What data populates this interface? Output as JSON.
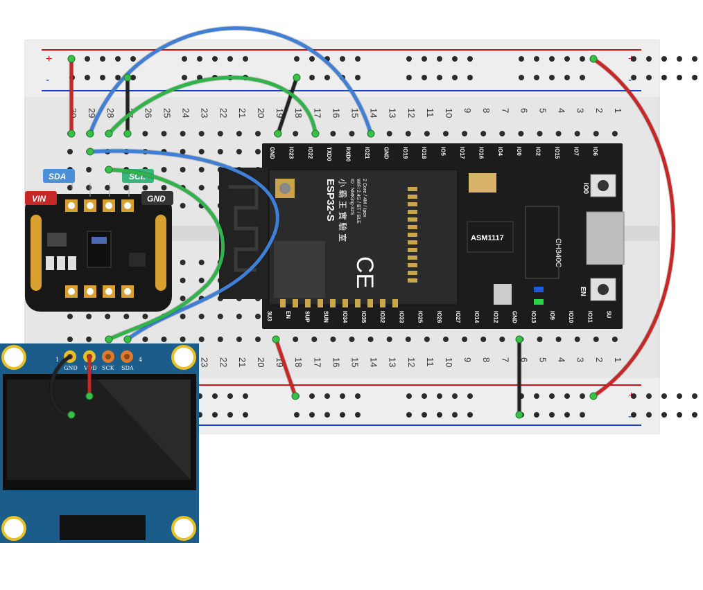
{
  "breadboard": {
    "rail_plus": "+",
    "rail_minus": "-",
    "column_numbers": [
      "30",
      "29",
      "28",
      "27",
      "26",
      "25",
      "24",
      "23",
      "22",
      "21",
      "20",
      "19",
      "18",
      "17",
      "16",
      "15",
      "14",
      "13",
      "12",
      "11",
      "10",
      "9",
      "8",
      "7",
      "6",
      "5",
      "4",
      "3",
      "2",
      "1"
    ]
  },
  "esp32": {
    "module_name": "ESP32-S",
    "module_brand": "小 霸 王 實 驗 室",
    "module_id": "ID : NMKing-32S",
    "module_spec1": "WiFi 2.4G / BT / BLE",
    "module_spec2": "2 Core / 4M / Ipex",
    "regulator": "ASM1117",
    "usb_chip": "CH340C",
    "button_io0": "IO0",
    "button_en": "EN",
    "top_pins": [
      "GND",
      "IO23",
      "IO22",
      "TXD0",
      "RXD0",
      "IO21",
      "GND",
      "IO19",
      "IO18",
      "IO5",
      "IO17",
      "IO16",
      "IO4",
      "IO0",
      "IO2",
      "IO15",
      "IO7",
      "IO6"
    ],
    "bottom_pins": [
      "3U3",
      "EN",
      "SUP",
      "SUN",
      "IO34",
      "IO35",
      "IO32",
      "IO33",
      "IO25",
      "IO26",
      "IO27",
      "IO14",
      "IO12",
      "GND",
      "IO13",
      "IO9",
      "IO10",
      "IO11",
      "5U"
    ]
  },
  "sensor": {
    "labels": [
      "VIN",
      "SDA",
      "SCL",
      "GND"
    ],
    "colors": {
      "VIN": "#c62828",
      "SDA": "#4a90d9",
      "SCL": "#3bb37a",
      "GND": "#333333"
    }
  },
  "oled": {
    "pin_numbers": [
      "1",
      "4"
    ],
    "pins": [
      "GND",
      "VDD",
      "SCK",
      "SDA"
    ]
  },
  "wires": {
    "red": "#c62828",
    "blue": "#3f7fd6",
    "green": "#2fb34a",
    "black": "#222222"
  }
}
